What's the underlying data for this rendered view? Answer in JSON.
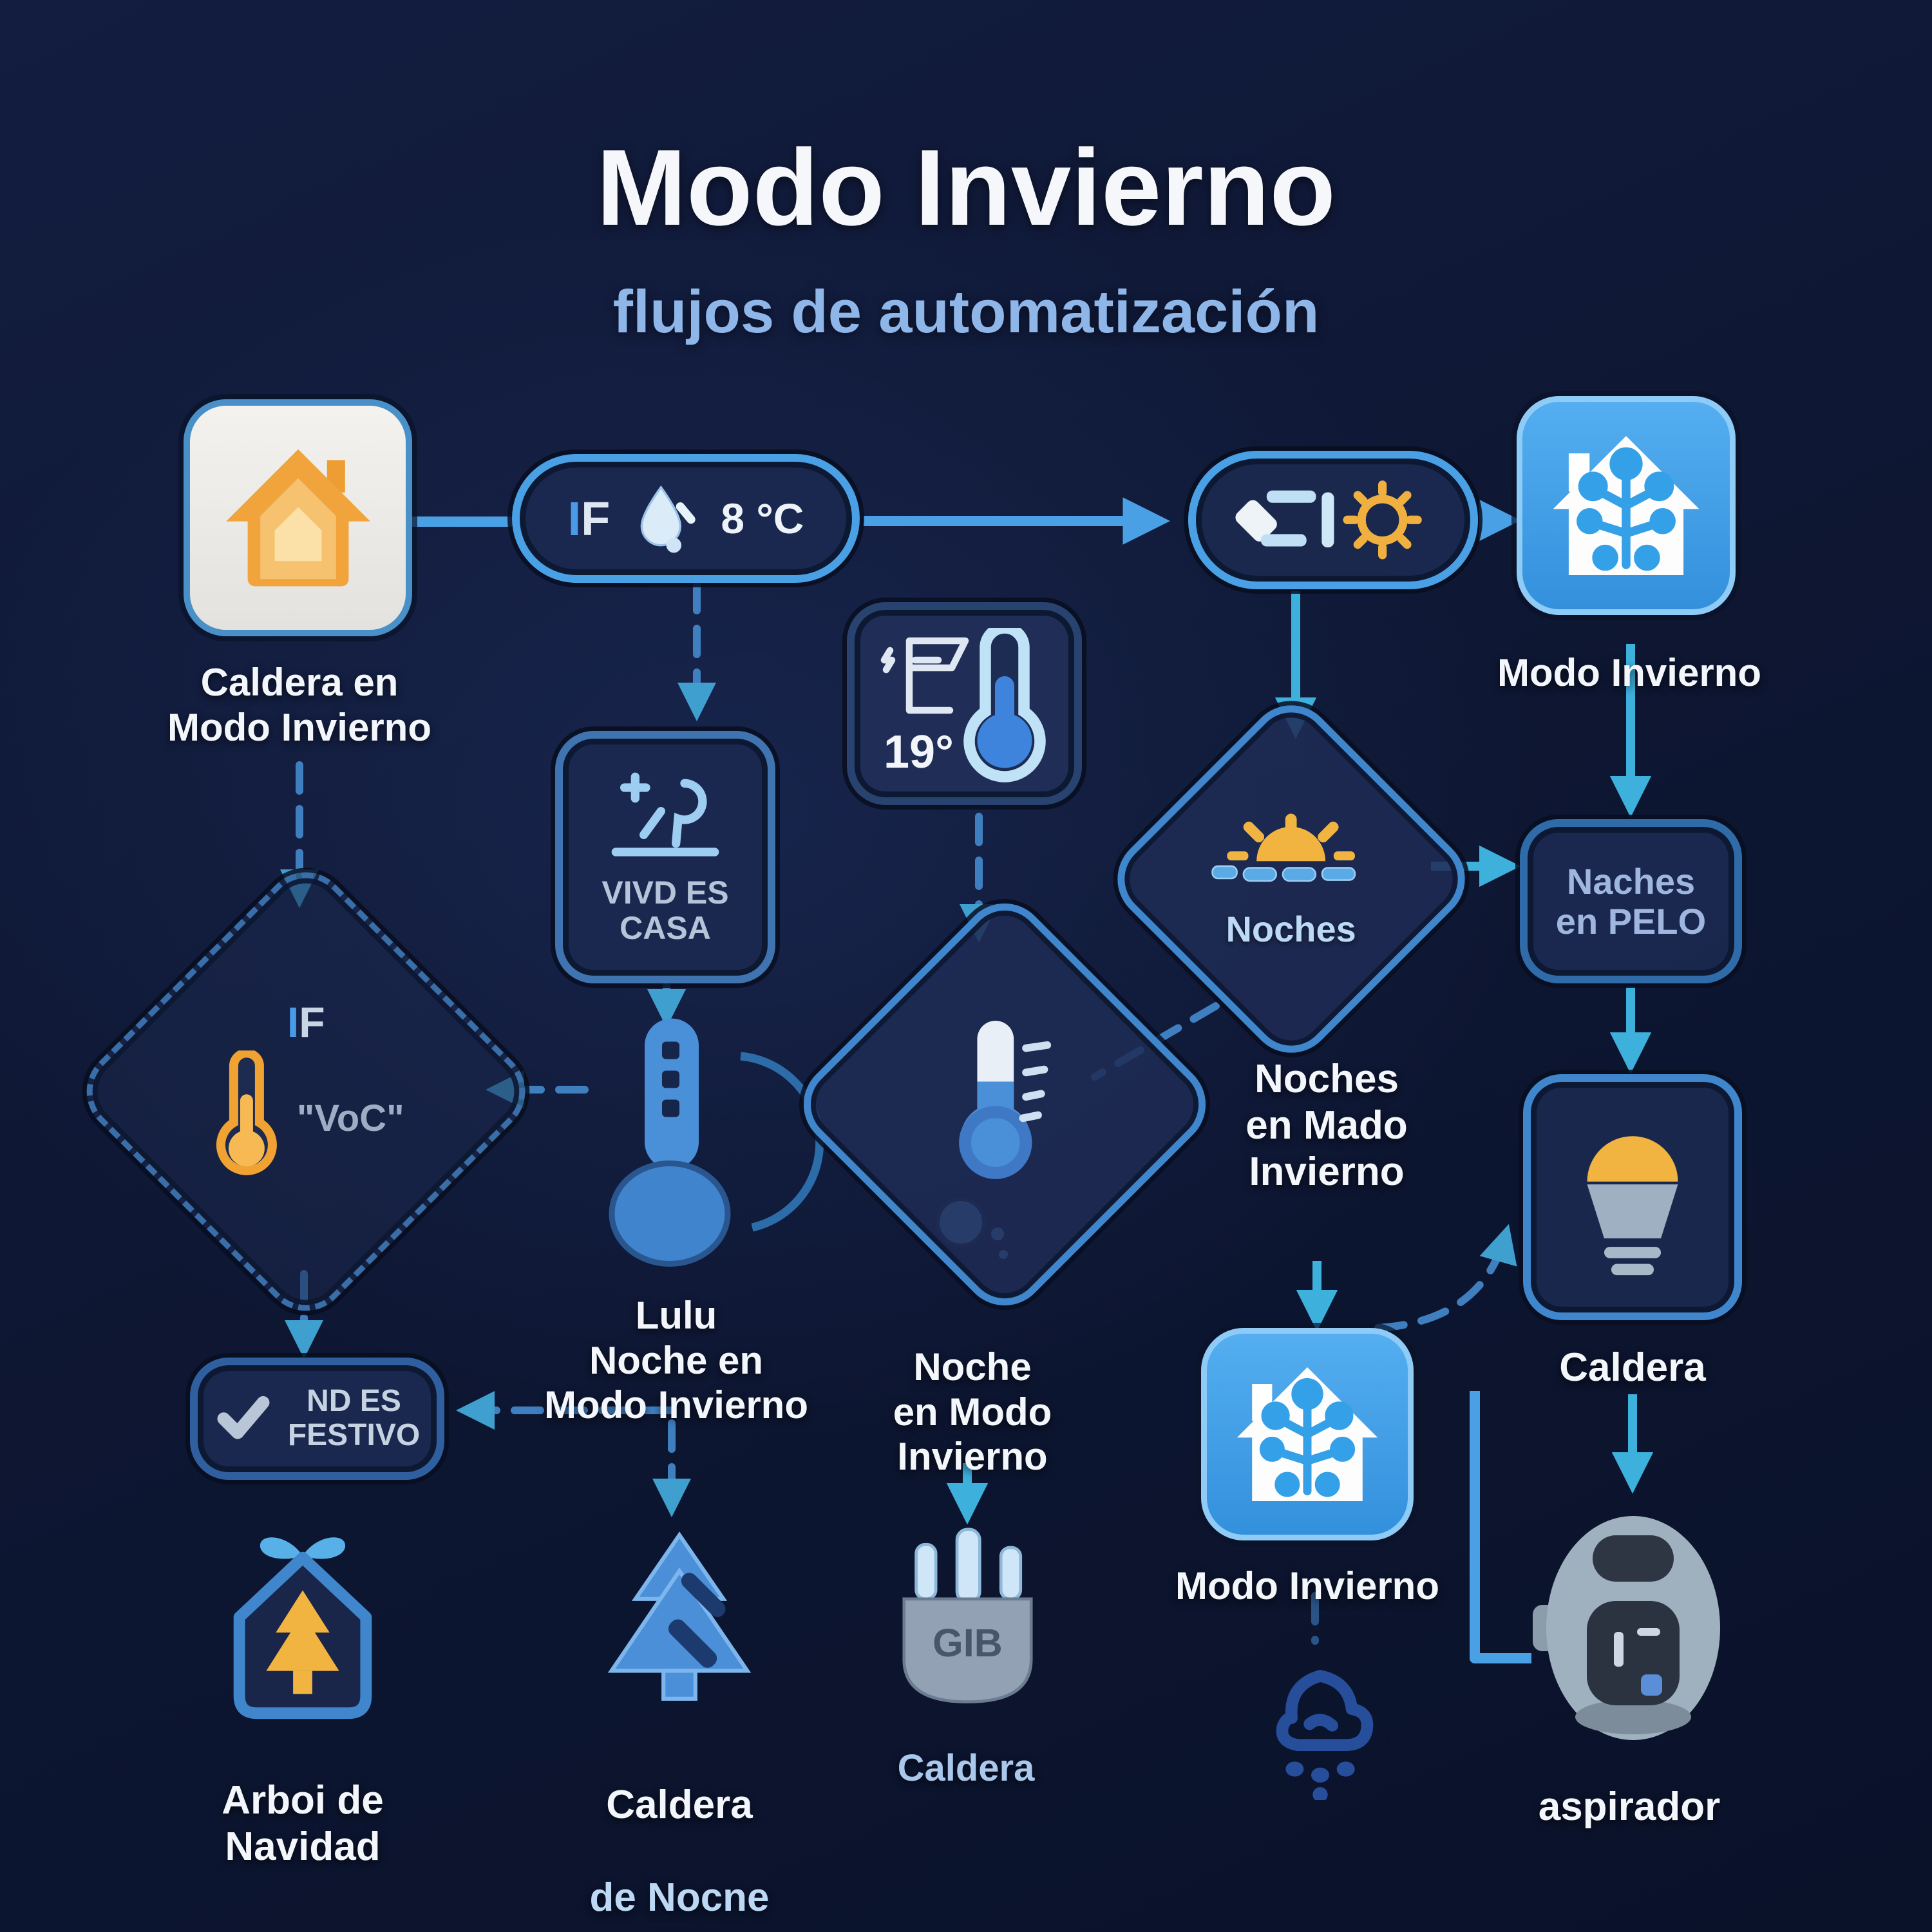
{
  "title": "Modo Invierno",
  "subtitle": "flujos de automatización",
  "colors": {
    "background": "#0e1733",
    "accent_blue": "#4aa0e4",
    "teal_arrow": "#3db0dc",
    "dashed_blue": "#3f7fc0",
    "orange": "#f2a93c",
    "label_white": "#f3f6fa",
    "label_light_blue": "#a9c8ec"
  },
  "nodes": {
    "caldera_home": {
      "label": "Caldera en\nModo Invierno"
    },
    "if_pill": {
      "if_text": "IF",
      "temp_text": "8 °C"
    },
    "modo_invierno_top": {
      "label": "Modo Invierno"
    },
    "vivd_es_casa": {
      "label": "VIVD ES\nCASA"
    },
    "temp_box": {
      "temp": "19°"
    },
    "noches_diamond": {
      "label": "Noches"
    },
    "naches_en_pelo": {
      "label": "Naches\nen PELO"
    },
    "if_diamond": {
      "if_text": "IF",
      "temp_text": "\"VoC\""
    },
    "lulu": {
      "label": "Lulu\nNoche en\nModo Invierno"
    },
    "noche_modo": {
      "label": "Noche\nen Modo\nInvierno"
    },
    "noches_mado": {
      "label": "Noches\nen Mado\nInvierno"
    },
    "caldera_bulb": {
      "label": "Caldera"
    },
    "nd_es_festivo": {
      "label": "ND ES\nFESTIVO"
    },
    "arbol_navidad": {
      "label": "Arboi de\nNavidad"
    },
    "caldera_noche": {
      "label_line1": "Caldera",
      "label_line2": "de Nocne"
    },
    "caldera_plug": {
      "label": "Caldera",
      "plug_text": "GIB"
    },
    "modo_invierno_bottom": {
      "label": "Modo Invierno"
    },
    "aspirador": {
      "label": "aspirador"
    }
  }
}
